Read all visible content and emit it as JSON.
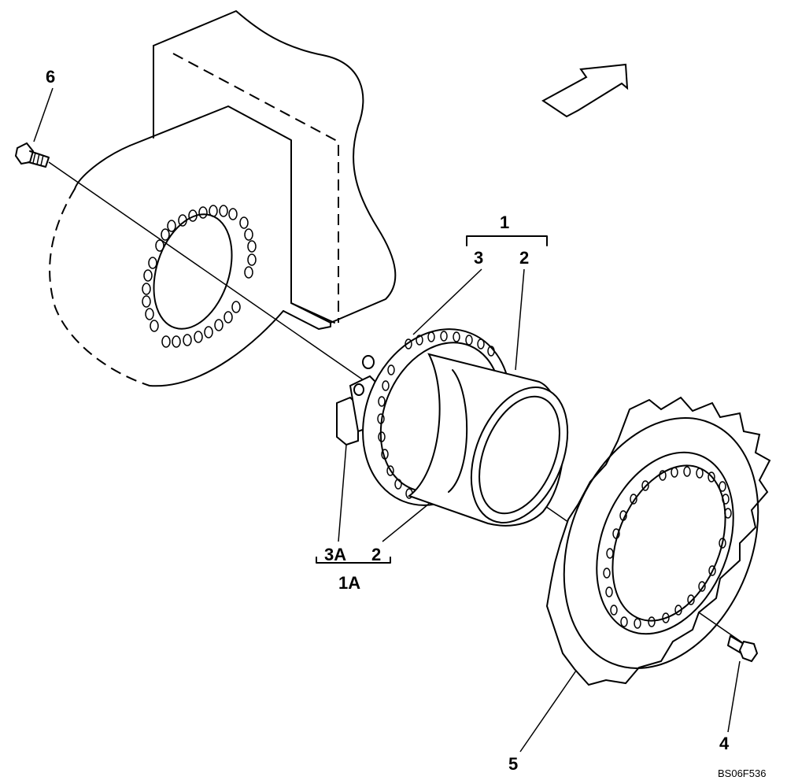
{
  "callouts": {
    "item_1": "1",
    "item_2_top": "2",
    "item_3": "3",
    "item_3a": "3A",
    "item_2_bottom": "2",
    "item_1a": "1A",
    "item_4": "4",
    "item_5": "5",
    "item_6": "6"
  },
  "drawing_code": "BS06F536",
  "colors": {
    "ink": "#000000",
    "paper": "#ffffff"
  },
  "icons": [
    "direction-arrow-icon"
  ]
}
